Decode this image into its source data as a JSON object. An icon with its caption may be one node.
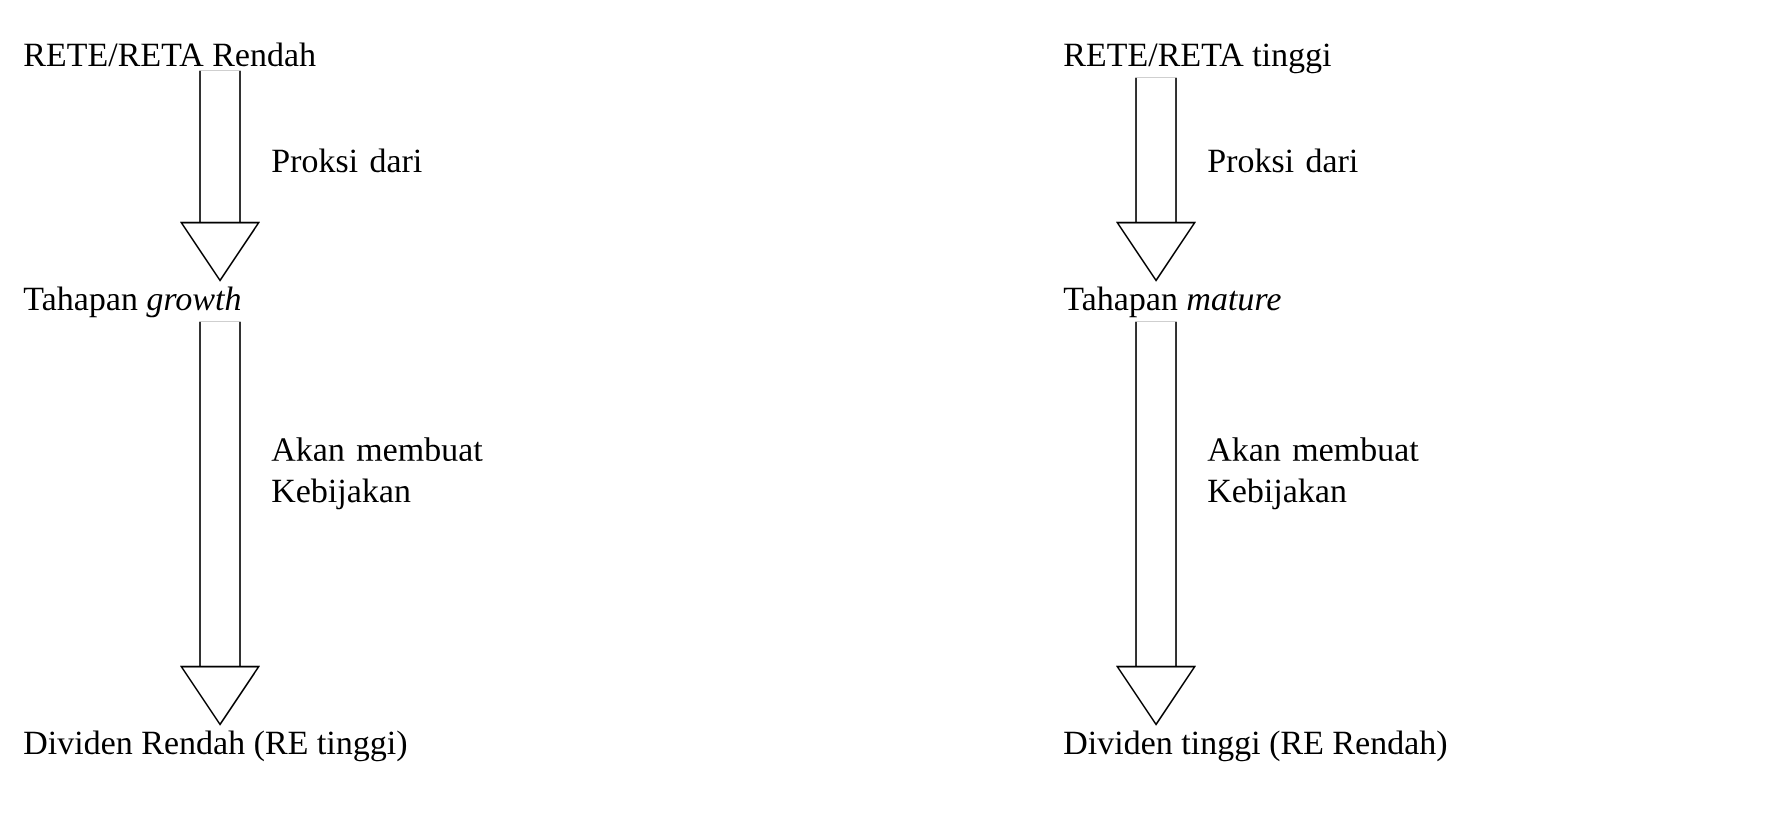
{
  "diagram": {
    "nodes": [
      {
        "text": [
          "RETE/RETA Rendah"
        ]
      },
      {
        "text": [
          "RETE/RETA tinggi"
        ]
      },
      {
        "text": [
          "Tahapan *growth*"
        ]
      },
      {
        "text": [
          "Tahapan *mature*"
        ]
      },
      {
        "text": [
          "Dividen Rendah (RE tinggi)"
        ]
      },
      {
        "text": [
          "Dividen tinggi (RE Rendah)"
        ]
      }
    ],
    "edges": [
      {
        "from": 0,
        "to": 2,
        "arrow": "to",
        "label": "Proksi dari"
      },
      {
        "from": 1,
        "to": 3,
        "arrow": "to",
        "label": "Proksi dari"
      },
      {
        "from": 2,
        "to": 4,
        "arrow": "to",
        "label": "Akan membuat Kebijakan"
      },
      {
        "from": 3,
        "to": 5,
        "arrow": "to",
        "label": "Akan membuat Kebijakan"
      }
    ]
  }
}
